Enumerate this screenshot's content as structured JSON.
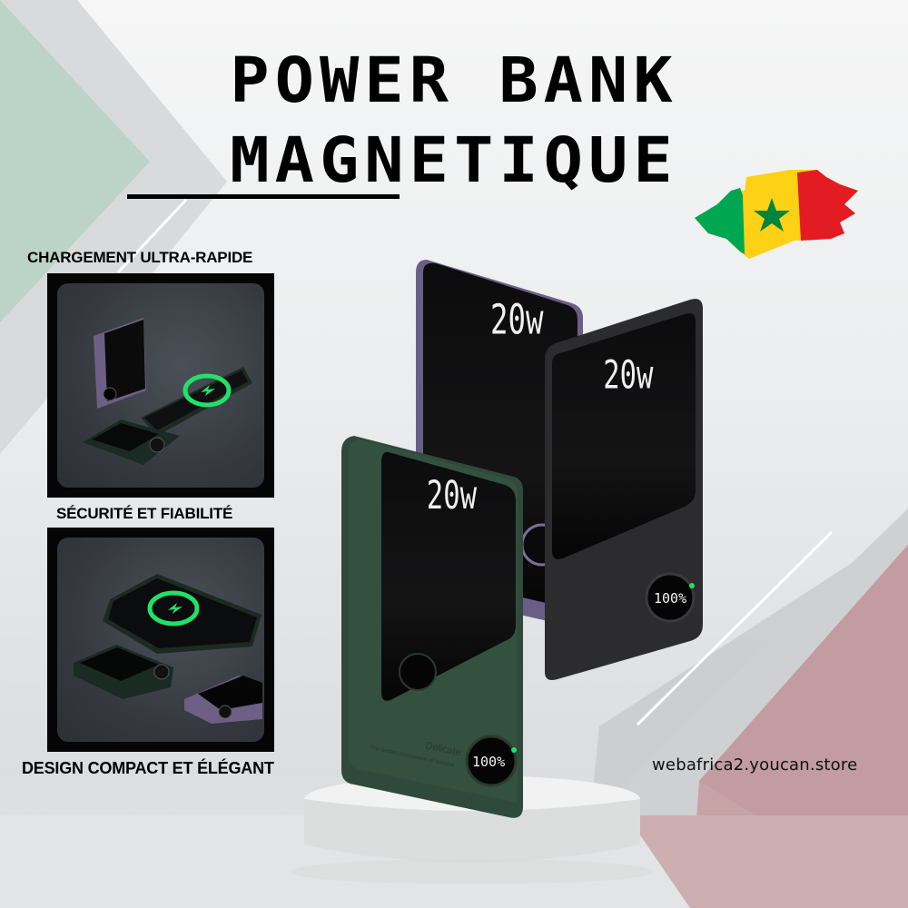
{
  "poster": {
    "title_line1": "POWER BANK",
    "title_line2": "MAGNETIQUE",
    "features": [
      {
        "label": "CHARGEMENT ULTRA-RAPIDE",
        "image": "wireless-charging-phone-with-power-banks"
      },
      {
        "label": "SÉCURITÉ ET FIABILITÉ",
        "image": "phone-charging-on-power-bank-scene"
      },
      {
        "label": "DESIGN COMPACT ET ÉLÉGANT"
      }
    ],
    "website": "webafrica2.youcan.store",
    "flag": "senegal-flag",
    "products": [
      {
        "color": "purple",
        "power_label": "20w"
      },
      {
        "color": "black",
        "power_label": "20w",
        "battery_display": "100%"
      },
      {
        "color": "green",
        "power_label": "20w",
        "battery_display": "100%",
        "tagline_title": "Delicate",
        "tagline_text": "The perfect combination of creation"
      }
    ]
  },
  "colors": {
    "green_triangle": "#bcd3c8",
    "pink_triangle": "#c7a3a6",
    "grey_triangle": "#d3d4d5",
    "text": "#000000",
    "flag_green": "#00a651",
    "flag_yellow": "#fcd116",
    "flag_red": "#e31b23",
    "led_green": "#22e06a"
  }
}
